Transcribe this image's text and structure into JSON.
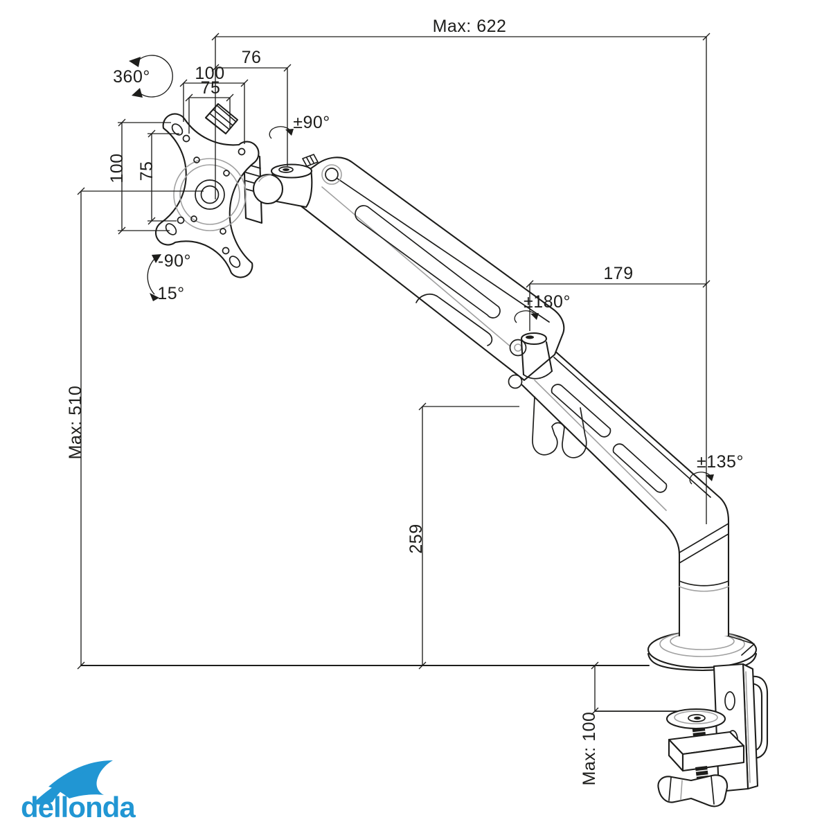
{
  "brand": {
    "name": "dellonda"
  },
  "colors": {
    "line": "#1d1d1b",
    "background": "#ffffff",
    "brand_blue": "#2196d3"
  },
  "dimensions": {
    "max_extension": "Max: 622",
    "head_offset": "76",
    "vesa_width_outer": "100",
    "vesa_width_inner": "75",
    "vesa_height_outer": "100",
    "vesa_height_inner": "75",
    "max_height": "Max: 510",
    "rear_arm_length": "179",
    "arm_pivot_height": "259",
    "clamp_range": "Max: 100"
  },
  "rotations": {
    "head_swivel": "360°",
    "vesa_pivot": "±90°",
    "tilt_up": "-90°",
    "tilt_down": "15°",
    "elbow": "±180°",
    "base": "±135°"
  }
}
